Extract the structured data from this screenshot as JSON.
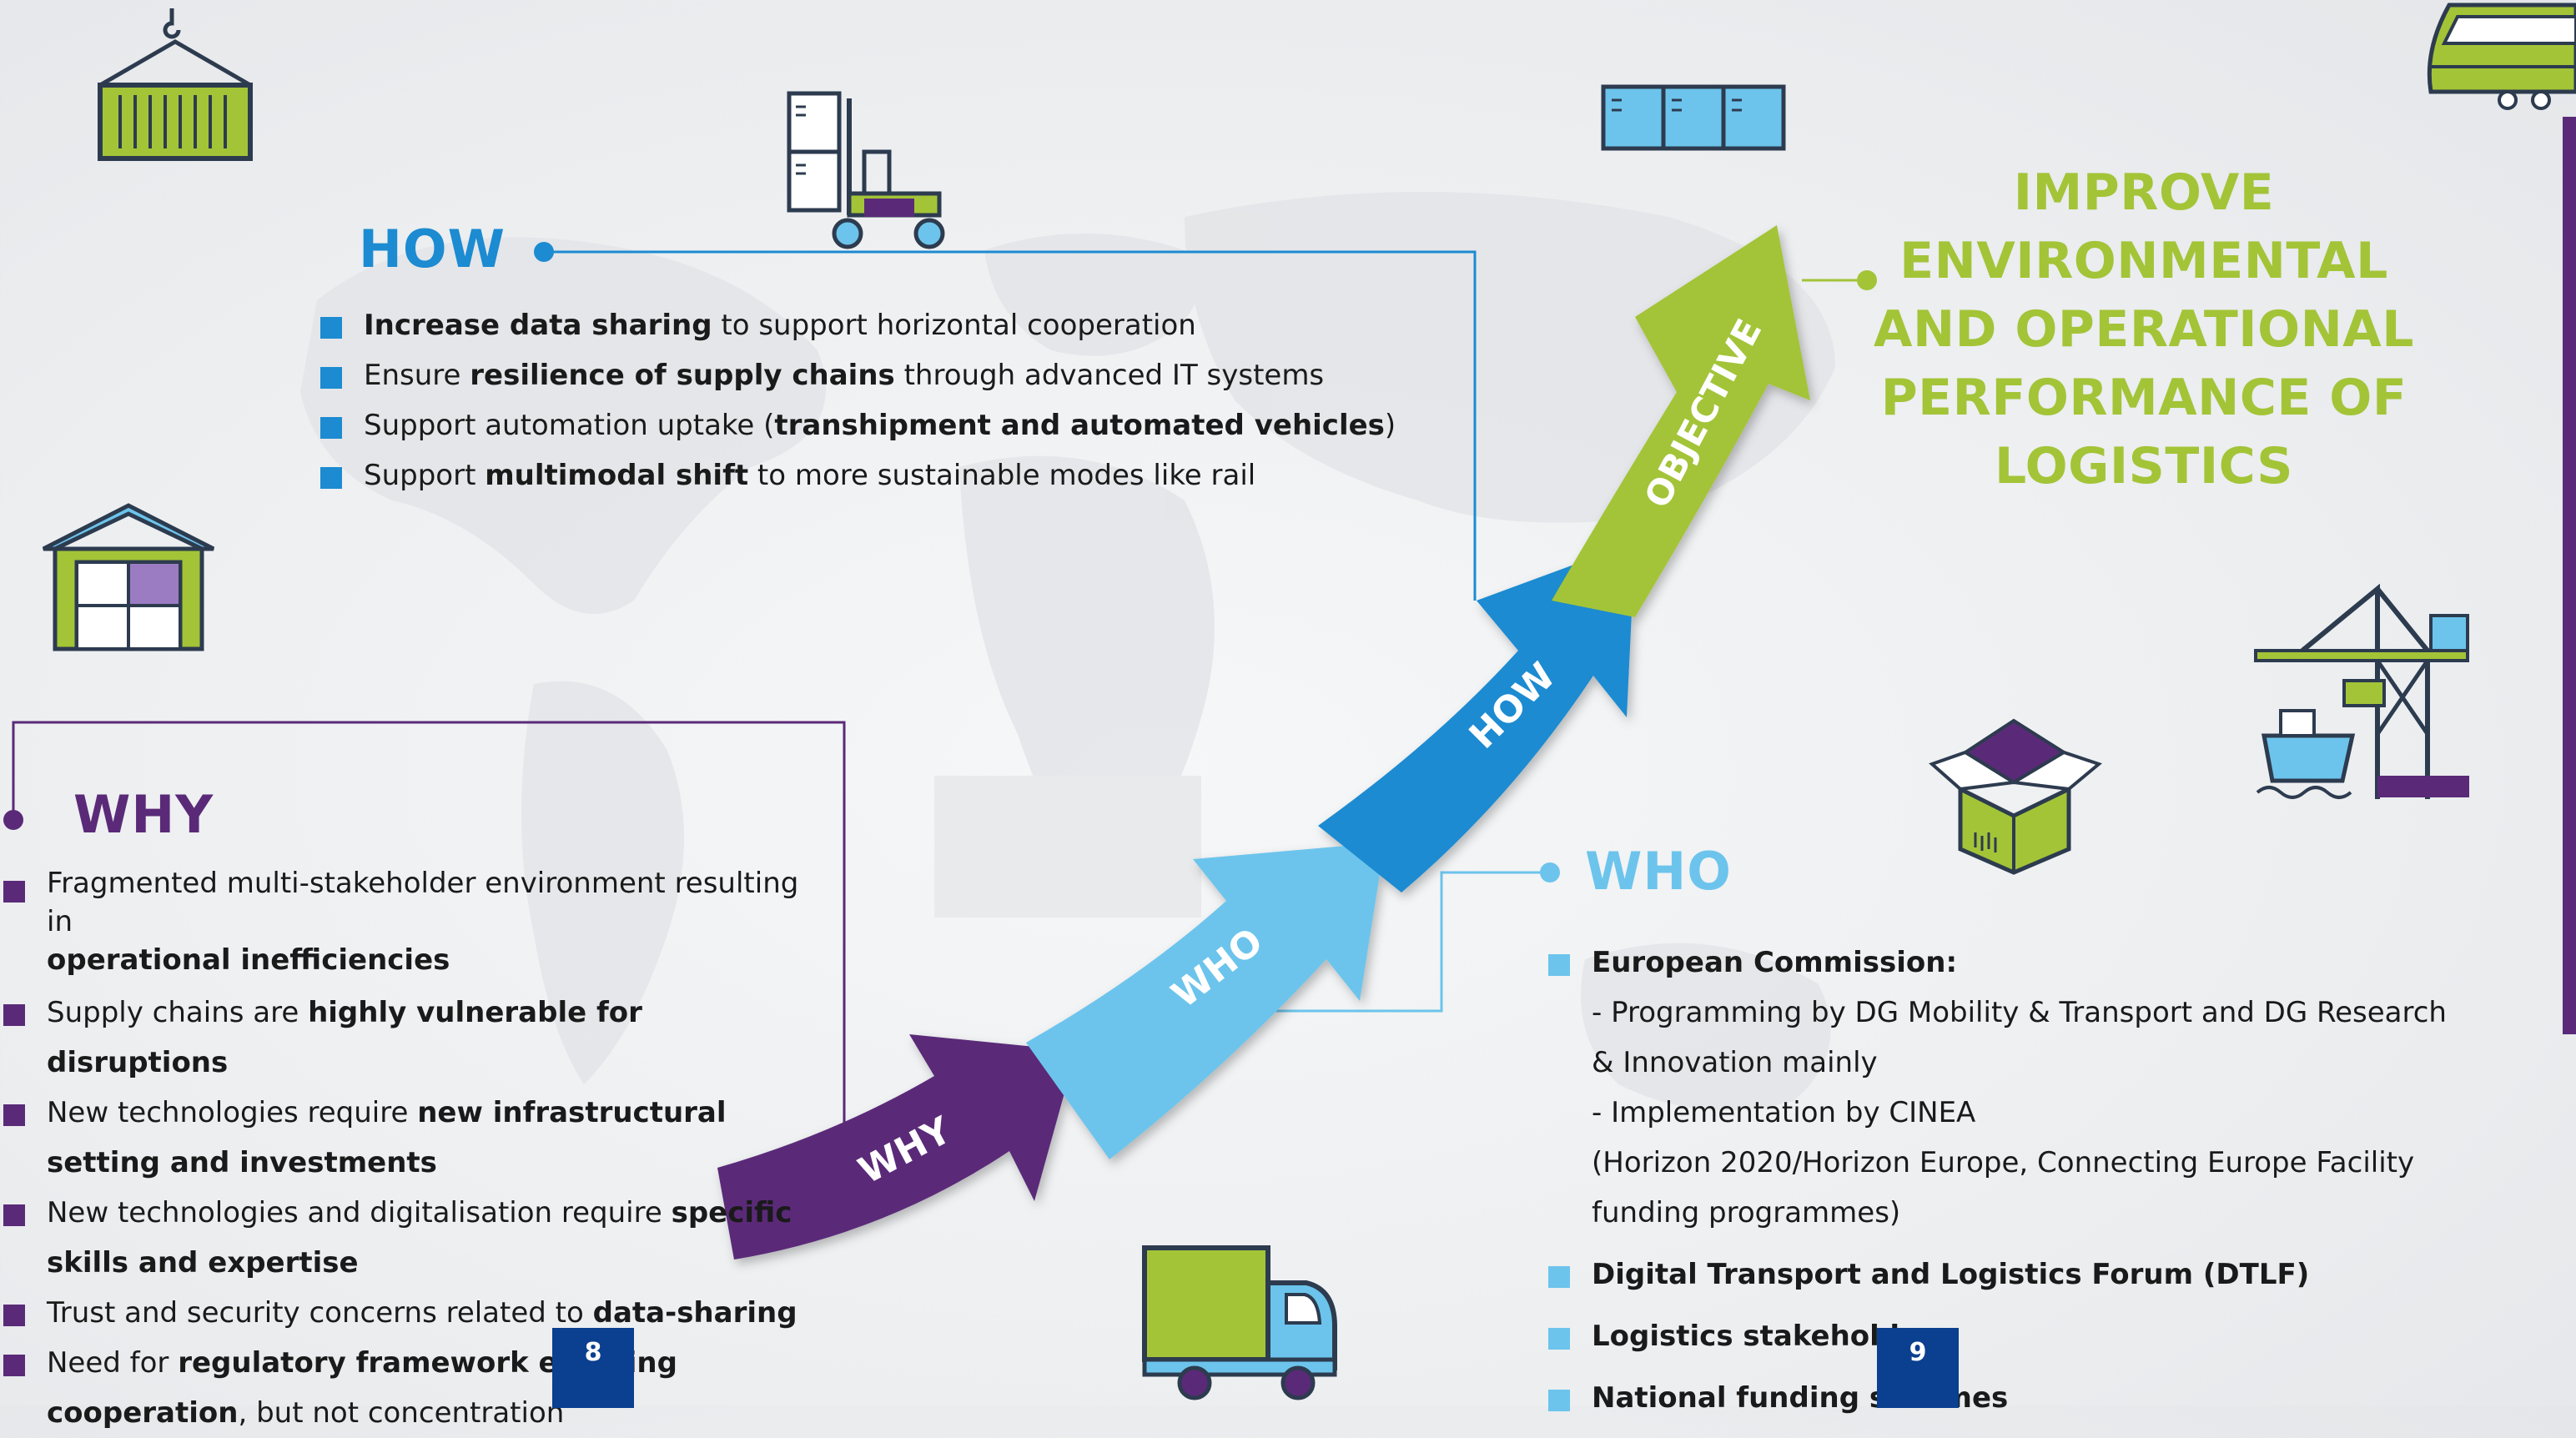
{
  "how": {
    "title": "HOW",
    "items": [
      {
        "bold": "Increase data sharing",
        "after": " to support horizontal cooperation"
      },
      {
        "before": "Ensure ",
        "bold": "resilience of supply chains",
        "after": " through advanced IT systems"
      },
      {
        "before": "Support automation uptake (",
        "bold": "transhipment and automated vehicles",
        "after": ")"
      },
      {
        "before": "Support ",
        "bold": "multimodal shift",
        "after": " to more sustainable modes like rail"
      }
    ]
  },
  "why": {
    "title": "WHY",
    "items": [
      {
        "before": "Fragmented multi-stakeholder environment resulting in",
        "bold": "operational inefficiencies"
      },
      {
        "before": "Supply chains are ",
        "bold": "highly vulnerable for disruptions"
      },
      {
        "before": "New technologies require ",
        "bold": "new infrastructural",
        "bold2": "setting and investments"
      },
      {
        "before": "New technologies and digitalisation require ",
        "bold": "specific",
        "bold2": "skills and expertise"
      },
      {
        "before": "Trust and security concerns related to ",
        "bold": "data-sharing"
      },
      {
        "before": "Need for ",
        "bold": "regulatory framework enabling",
        "bold2": "cooperation",
        "after": ", but not concentration"
      }
    ]
  },
  "who": {
    "title": "WHO",
    "items": [
      {
        "bold": "European Commission:",
        "sub": [
          "- Programming by DG Mobility & Transport and DG Research & Innovation mainly",
          "- Implementation by CINEA",
          "(Horizon 2020/Horizon Europe, Connecting Europe Facility funding programmes)"
        ]
      },
      {
        "bold": "Digital Transport and Logistics Forum (DTLF)"
      },
      {
        "bold": "Logistics stakeholders"
      },
      {
        "bold": "National funding schemes"
      }
    ]
  },
  "objective": {
    "line1": "IMPROVE ENVIRONMENTAL",
    "line2": "AND OPERATIONAL",
    "line3": "PERFORMANCE OF",
    "line4": "LOGISTICS"
  },
  "arrows": {
    "why": "WHY",
    "who": "WHO",
    "how": "HOW",
    "objective": "OBJECTIVE"
  },
  "pages": {
    "left": "8",
    "right": "9"
  },
  "colors": {
    "purple": "#5a2a78",
    "light_blue": "#6cc4ec",
    "blue": "#1c8bd1",
    "green": "#a3c437",
    "navy": "#0b3f8f"
  },
  "icons": [
    "hanging-container-icon",
    "forklift-icon",
    "containers-icon",
    "train-icon",
    "warehouse-icon",
    "port-crane-ship-icon",
    "open-box-icon",
    "truck-icon"
  ]
}
